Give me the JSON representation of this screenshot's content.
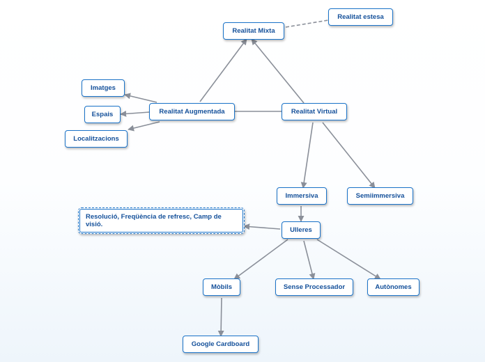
{
  "nodes": {
    "realitat_mixta": "Realitat Mixta",
    "realitat_estesa": "Realitat estesa",
    "realitat_augmentada": "Realitat Augmentada",
    "realitat_virtual": "Realitat Virtual",
    "imatges": "Imatges",
    "espais": "Espais",
    "localitzacions": "Localitzacions",
    "immersiva": "Immersiva",
    "semiimmersiva": "Semiimmersiva",
    "ulleres": "Ulleres",
    "resolucio": "Resolució, Freqüència de refresc, Camp de visió.",
    "mobils": "Mòbils",
    "sense_processador": "Sense Processador",
    "autonomes": "Autònomes",
    "google_cardboard": "Google Cardboard"
  },
  "colors": {
    "node_border": "#1a73c9",
    "node_text": "#14509a",
    "edge": "#8a8f99"
  }
}
